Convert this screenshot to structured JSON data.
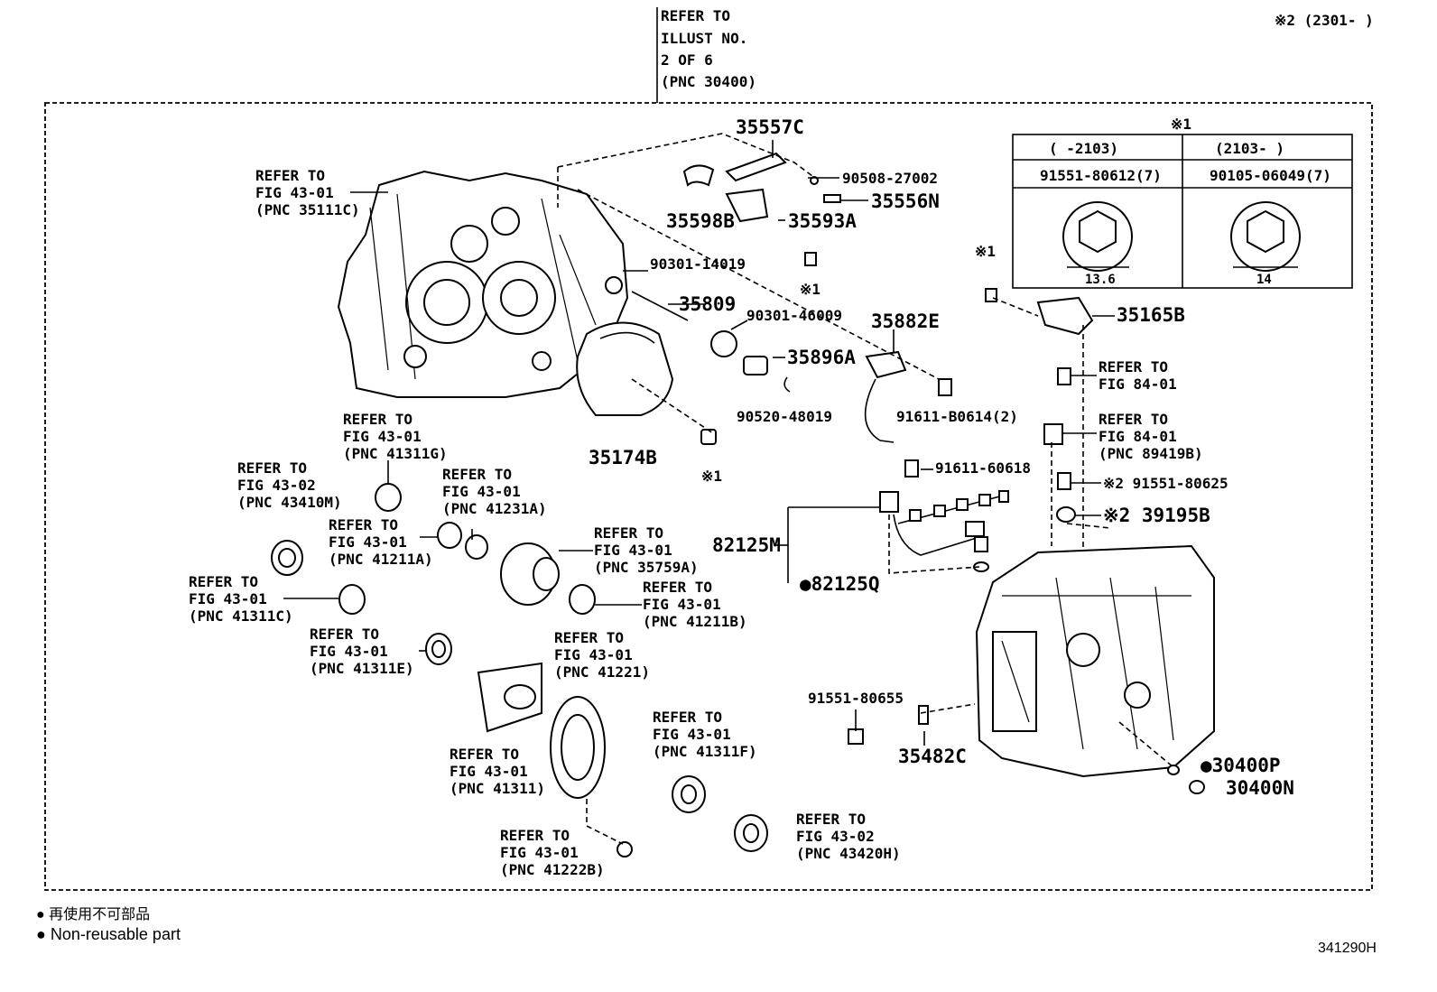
{
  "header": {
    "top_refer": [
      "REFER TO",
      "ILLUST NO.",
      "2 OF 6",
      "(PNC 30400)"
    ],
    "top_right_note": "※2 (2301-   )"
  },
  "callouts": {
    "p35557C": "35557C",
    "p90508": "90508-27002",
    "p35556N": "35556N",
    "p35598B": "35598B",
    "p35593A": "35593A",
    "note_x1_a": "※1",
    "p90301_14019": "90301-14019",
    "p35809": "35809",
    "p90301_46009": "90301-46009",
    "p35882E": "35882E",
    "p35896A": "35896A",
    "p90520": "90520-48019",
    "p91611_b0614": "91611-B0614(2)",
    "p35174B": "35174B",
    "note_x1_b": "※1",
    "p91611_60618": "91611-60618",
    "p82125M": "82125M",
    "p82125Q": "●82125Q",
    "p35165B": "35165B",
    "note_x1_c": "※1",
    "p91551_80625": "※2 91551-80625",
    "p39195B": "※2 39195B",
    "p91551_80655": "91551-80655",
    "p35482C": "35482C",
    "p30400P": "●30400P",
    "p30400N": "30400N"
  },
  "refers": {
    "r35111C": [
      "REFER TO",
      "FIG 43-01",
      "(PNC 35111C)"
    ],
    "r41311G": [
      "REFER TO",
      "FIG 43-01",
      "(PNC 41311G)"
    ],
    "r43410M": [
      "REFER TO",
      "FIG 43-02",
      "(PNC 43410M)"
    ],
    "r41231A": [
      "REFER TO",
      "FIG 43-01",
      "(PNC 41231A)"
    ],
    "r41211A": [
      "REFER TO",
      "FIG 43-01",
      "(PNC 41211A)"
    ],
    "r35759A": [
      "REFER TO",
      "FIG 43-01",
      "(PNC 35759A)"
    ],
    "r41311C": [
      "REFER TO",
      "FIG 43-01",
      "(PNC 41311C)"
    ],
    "r41211B": [
      "REFER TO",
      "FIG 43-01",
      "(PNC 41211B)"
    ],
    "r41311E": [
      "REFER TO",
      "FIG 43-01",
      "(PNC 41311E)"
    ],
    "r41221": [
      "REFER TO",
      "FIG 43-01",
      "(PNC 41221)"
    ],
    "r41311F": [
      "REFER TO",
      "FIG 43-01",
      "(PNC 41311F)"
    ],
    "r41311": [
      "REFER TO",
      "FIG 43-01",
      "(PNC 41311)"
    ],
    "r43420H": [
      "REFER TO",
      "FIG 43-02",
      "(PNC 43420H)"
    ],
    "r41222B": [
      "REFER TO",
      "FIG 43-01",
      "(PNC 41222B)"
    ],
    "r84_01a": [
      "REFER TO",
      "FIG 84-01"
    ],
    "r89419B": [
      "REFER TO",
      "FIG 84-01",
      "(PNC 89419B)"
    ]
  },
  "variant_table": {
    "title": "※1",
    "col1_range": "(    -2103)",
    "col2_range": "(2103-    )",
    "col1_part": "91551-80612(7)",
    "col2_part": "90105-06049(7)",
    "col1_dim": "13.6",
    "col2_dim": "14"
  },
  "legend": {
    "jp": "● 再使用不可部品",
    "en": "● Non-reusable part"
  },
  "footer_code": "341290H"
}
